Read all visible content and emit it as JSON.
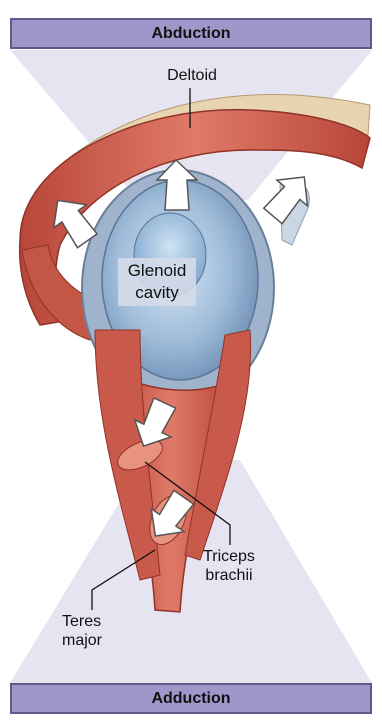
{
  "title_top": "Abduction",
  "title_bottom": "Adduction",
  "labels": {
    "deltoid": "Deltoid",
    "glenoid": "Glenoid\ncavity",
    "triceps": "Triceps\nbrachii",
    "teres": "Teres\nmajor"
  },
  "colors": {
    "banner": "#9f97ca",
    "banner_border": "#5f5a8a",
    "cone": "#e6e4f1",
    "muscle": "#cf5a4a",
    "glenoid": "#8fb3d6"
  }
}
